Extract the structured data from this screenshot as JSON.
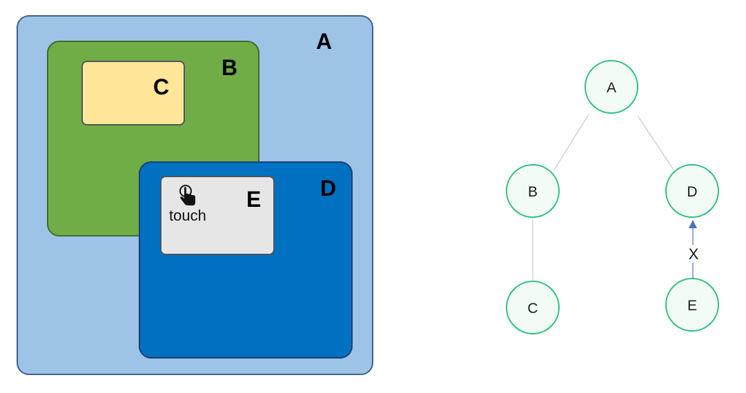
{
  "containers": {
    "colors": {
      "a_fill": "#9dc3e6",
      "b_fill": "#70ad47",
      "c_fill": "#ffe699",
      "d_fill": "#0070c0",
      "e_fill": "#e7e6e6"
    },
    "a_label": "A",
    "b_label": "B",
    "c_label": "C",
    "d_label": "D",
    "e_label": "E",
    "touch_icon": "pointer-hand-icon",
    "touch_text": "touch"
  },
  "tree": {
    "colors": {
      "node_fill": "#f3fbf5",
      "node_stroke": "#2fbf82",
      "edge_gray": "#c6ccd2",
      "arrow_blue": "#4472c4"
    },
    "nodes": {
      "a": "A",
      "b": "B",
      "c": "C",
      "d": "D",
      "e": "E"
    },
    "edges": [
      {
        "from": "A",
        "to": "B",
        "style": "gray-line"
      },
      {
        "from": "A",
        "to": "D",
        "style": "gray-line"
      },
      {
        "from": "B",
        "to": "C",
        "style": "gray-line"
      },
      {
        "from": "E",
        "to": "D",
        "style": "blue-arrow",
        "label": "X"
      }
    ],
    "edge_label_x": "X"
  }
}
